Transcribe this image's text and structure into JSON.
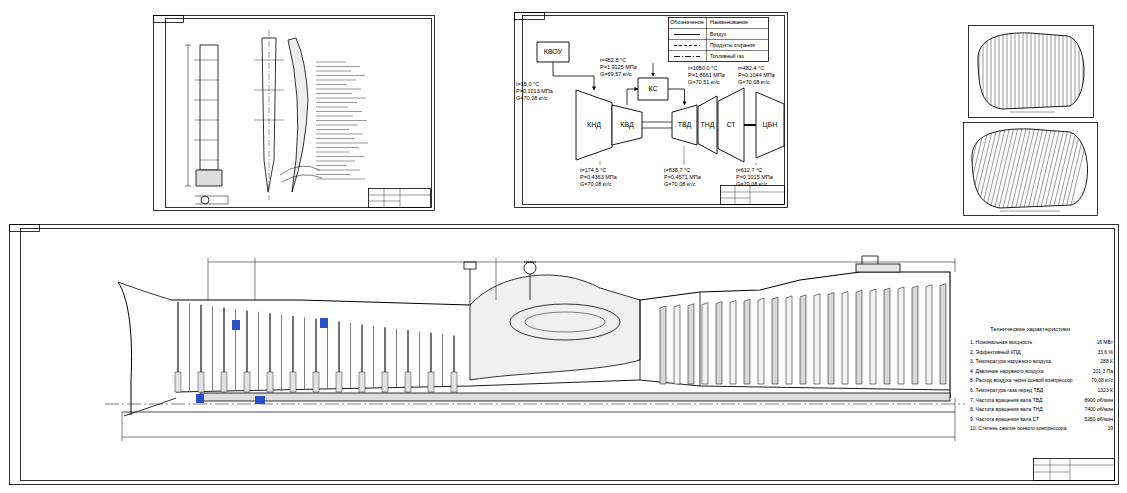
{
  "diagram": {
    "nodes": [
      {
        "text": [
          "КВОУ"
        ]
      },
      {
        "text": [
          "КС"
        ]
      },
      {
        "text": [
          "КНД"
        ]
      },
      {
        "text": [
          "КВД"
        ]
      },
      {
        "text": [
          "ТВД"
        ]
      },
      {
        "text": [
          "ТНД"
        ]
      },
      {
        "text": [
          "СТ"
        ]
      },
      {
        "text": [
          "ЦБН"
        ]
      }
    ],
    "edges": [
      {
        "from": 0,
        "to": 2,
        "arrow": "to"
      },
      {
        "from": 3,
        "to": 1,
        "arrow": "to"
      },
      {
        "from": 1,
        "to": 4,
        "arrow": "to"
      },
      {
        "from": 6,
        "to": 7,
        "arrow": "none"
      }
    ],
    "labels": [
      "Обозначение",
      "Наименование",
      "t=15,0 °С",
      "P=0,1013 МПа",
      "G=70,08 кг/с",
      "t=452,8 °С",
      "P=1,9125 МПа",
      "G=69,57 кг/с",
      "t=1050,0 °С",
      "P=1,8661 МПа",
      "G=70,51 кг/с",
      "t=482,4 °С",
      "P=0,1044 МПа",
      "G=70,08 кг/с",
      "t=174,5 °С",
      "P=0,4363 МПа",
      "G=70,08 кг/с",
      "t=838,7 °С",
      "P=0,4571 МПа",
      "G=70,08 кг/с",
      "t=612,7 °С",
      "P=0,1015 МПа",
      "G=70,08 кг/с",
      "Технические характеристики",
      "1. Номинальная мощность",
      "16 МВт",
      "2. Эффективный КПД",
      "33,6 %",
      "3. Температура наружного воздуха",
      "288 К",
      "4. Давление наружного воздуха",
      "101,3 Па",
      "5. Расход воздуха через осевой компрессор",
      "70,08 кг/с",
      "6. Температура газа перед ТВД",
      "1323 К",
      "7. Частота вращения вала ТВД",
      "8900 об/мин",
      "8. Частота вращения вала ТНД",
      "7400 об/мин",
      "9. Частота вращения вала СТ",
      "5250 об/мин",
      "10. Степень сжатия осевого компрессора",
      "19"
    ],
    "legend": [
      {
        "text": "Воздух"
      },
      {
        "text": "Продукты сгорания"
      },
      {
        "text": "Топливный газ"
      }
    ]
  }
}
